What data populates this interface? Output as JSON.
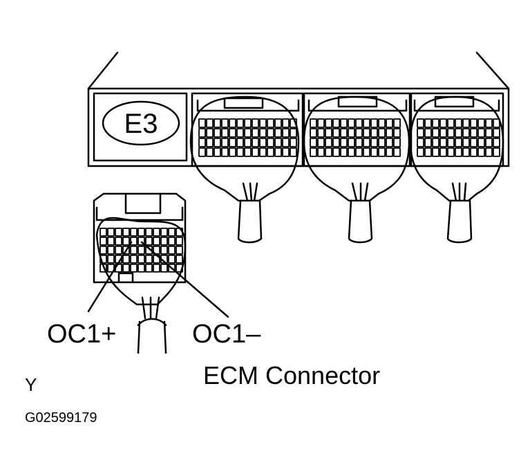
{
  "diagram": {
    "ecm_badge": "E3",
    "pin_label_plus": "OC1+",
    "pin_label_minus": "OC1–",
    "caption": "ECM Connector",
    "view_marker": "Y",
    "figure_id": "G02599179"
  },
  "colors": {
    "line": "#000000",
    "background": "#ffffff"
  }
}
